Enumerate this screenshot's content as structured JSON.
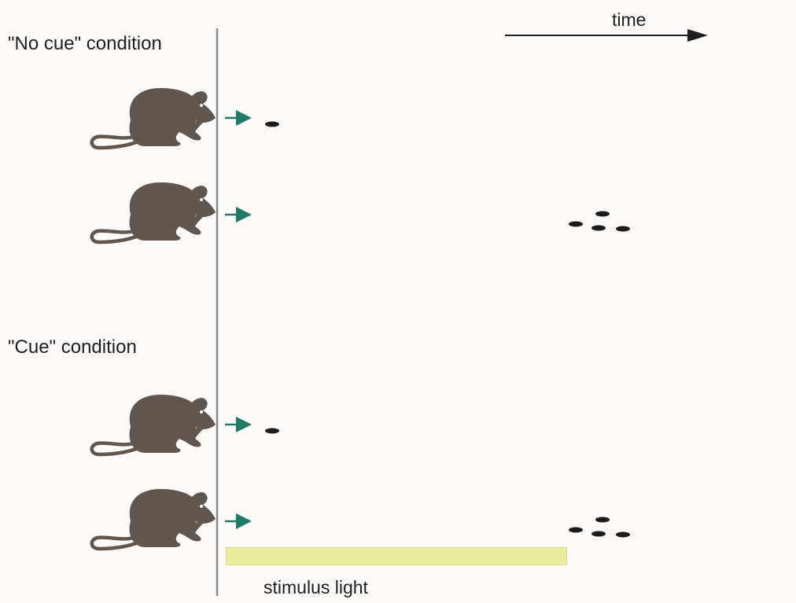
{
  "labels": {
    "time": "time",
    "no_cue_condition": "\"No cue\" condition",
    "cue_condition": "\"Cue\" condition",
    "stimulus_light": "stimulus light"
  },
  "colors": {
    "rat": "#5f5650",
    "arrow": "#1f7c64",
    "pellet": "#1c1c1c",
    "stimulus_light": "#e8ed9a",
    "divider": "#8a8a8a"
  },
  "icons": [
    "rat-icon",
    "lever-icon",
    "arrow-right-icon",
    "food-pellet-icon"
  ]
}
